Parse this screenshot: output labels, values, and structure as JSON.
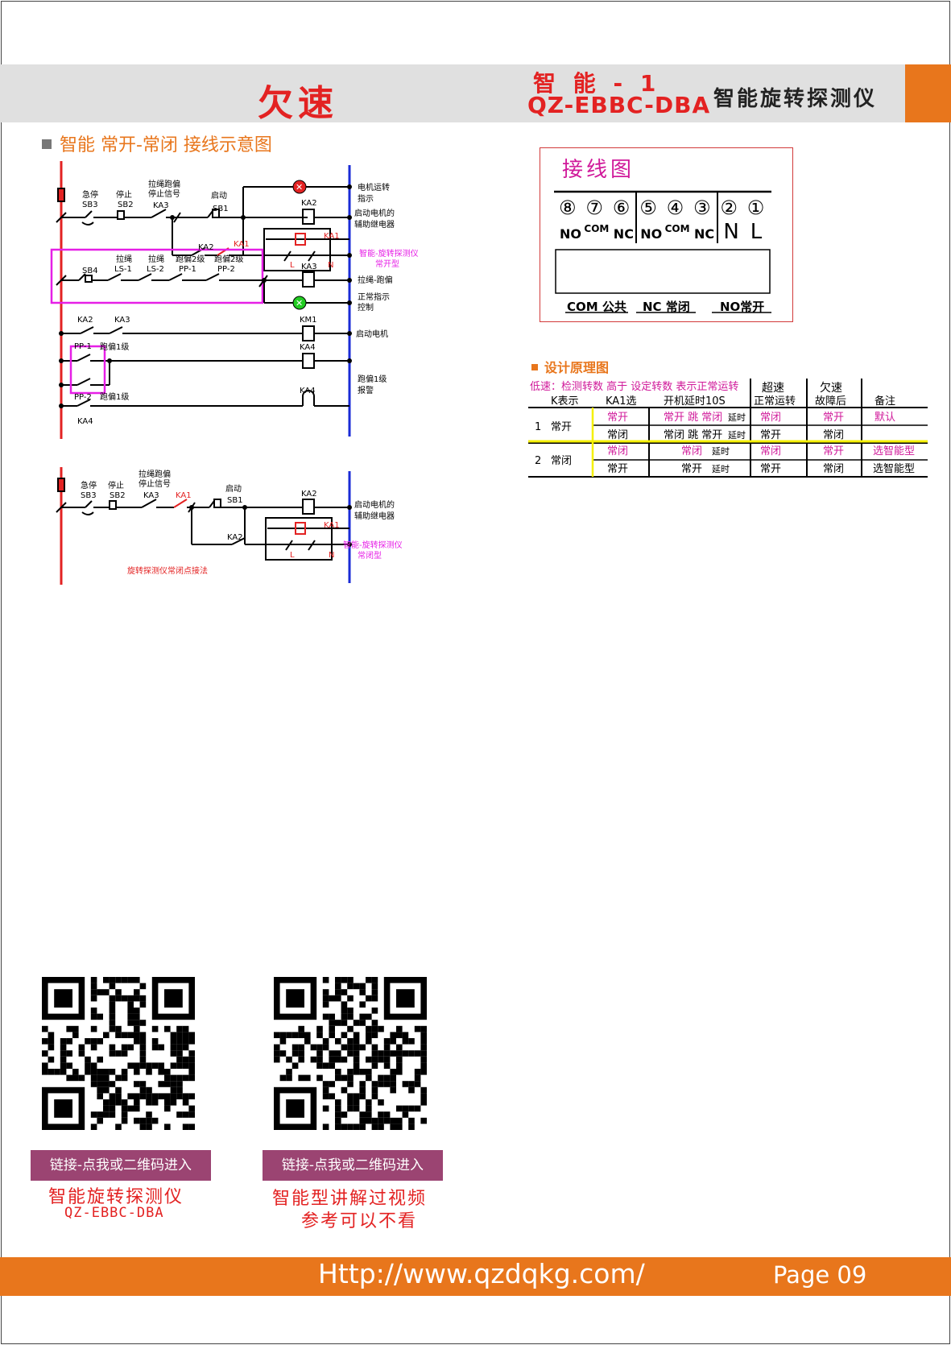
{
  "header": {
    "title": "欠速",
    "model_line1": "智 能 - 1",
    "model_line2": "QZ-EBBC-DBA",
    "product": "智能旋转探测仪"
  },
  "section_wiring": {
    "title": "智能 常开-常闭  接线示意图"
  },
  "circuit1": {
    "labels": {
      "jiting": "急停",
      "sb3": "SB3",
      "tingzhi": "停止",
      "sb2": "SB2",
      "lasheng1": "拉绳跑偏",
      "lasheng2": "停止信号",
      "ka3": "KA3",
      "qidong": "启动",
      "sb1": "SB1",
      "ka2": "KA2",
      "ka1": "KA1",
      "motor_ind1": "电机运转",
      "motor_ind2": "指示",
      "aux1": "启动电机的",
      "aux2": "辅助继电器",
      "device1": "智能-旋转探测仪",
      "device2": "常开型",
      "L": "L",
      "N": "N",
      "sb4": "SB4",
      "ls1a": "拉绳",
      "ls1b": "LS-1",
      "ls2a": "拉绳",
      "ls2b": "LS-2",
      "pp1a": "跑偏2级",
      "pp1b": "PP-1",
      "pp2a": "跑偏2级",
      "pp2b": "PP-2",
      "pull1": "拉绳-跑偏",
      "pull2": "控制",
      "normal": "正常指示",
      "km1": "KM1",
      "startmotor": "启动电机",
      "pp1": "PP-1",
      "pp2": "PP-2",
      "pp_lv1": "跑偏1级",
      "ka4": "KA4",
      "alarm1": "跑偏1级",
      "alarm2": "报警"
    }
  },
  "circuit2": {
    "labels": {
      "jiting": "急停",
      "sb3": "SB3",
      "tingzhi": "停止",
      "sb2": "SB2",
      "lasheng1": "拉绳跑偏",
      "lasheng2": "停止信号",
      "ka3": "KA3",
      "ka1": "KA1",
      "qidong": "启动",
      "sb1": "SB1",
      "ka2": "KA2",
      "aux1": "启动电机的",
      "aux2": "辅助继电器",
      "device1": "智能-旋转探测仪",
      "device2": "常闭型",
      "L": "L",
      "N": "N",
      "note": "旋转探测仪常闭点接法"
    }
  },
  "wiring_diagram": {
    "title": "接线图",
    "terminals": [
      {
        "num": "⑧",
        "label": "NO"
      },
      {
        "num": "⑦",
        "label": "COM"
      },
      {
        "num": "⑥",
        "label": "NC"
      },
      {
        "num": "⑤",
        "label": "NO"
      },
      {
        "num": "④",
        "label": "COM"
      },
      {
        "num": "③",
        "label": "NC"
      },
      {
        "num": "②",
        "label": "N"
      },
      {
        "num": "①",
        "label": "L"
      }
    ],
    "groups": [
      "COM 公共",
      "NC 常闭",
      "NO常开"
    ]
  },
  "design": {
    "title": "设计原理图",
    "note": "低速：检测转数 高于 设定转数 表示正常运转",
    "headers": {
      "k": "K表示",
      "ka1": "KA1选",
      "delay": "开机延时10S",
      "over1": "超速",
      "over2": "正常运转",
      "under1": "欠速",
      "under2": "故障后",
      "remark": "备注"
    },
    "rows": [
      {
        "k": "1",
        "kname": "常开",
        "ka1": "常开",
        "delay": "常开 跳 常闭",
        "delay_suffix": "延时",
        "over": "常闭",
        "under": "常开",
        "remark": "默认"
      },
      {
        "ka1": "常闭",
        "delay": "常闭 跳 常开",
        "delay_suffix": "延时",
        "over": "常开",
        "under": "常闭",
        "remark": ""
      },
      {
        "k": "2",
        "kname": "常闭",
        "ka1": "常闭",
        "delay": "常闭",
        "delay_suffix": "延时",
        "over": "常闭",
        "under": "常开",
        "remark": "选智能型"
      },
      {
        "ka1": "常开",
        "delay": "常开",
        "delay_suffix": "延时",
        "over": "常开",
        "under": "常闭",
        "remark": "选智能型"
      }
    ]
  },
  "qr": [
    {
      "button": "链接-点我或二维码进入",
      "caption1": "智能旋转探测仪",
      "caption2": "QZ-EBBC-DBA"
    },
    {
      "button": "链接-点我或二维码进入",
      "caption1": "智能型讲解过视频",
      "caption2": "参考可以不看"
    }
  ],
  "footer": {
    "url": "Http://www.qzdqkg.com/",
    "page": "Page 09"
  },
  "colors": {
    "accent": "#e8761c",
    "red": "#e32222",
    "magenta": "#d0199a",
    "button": "#9b4472"
  }
}
